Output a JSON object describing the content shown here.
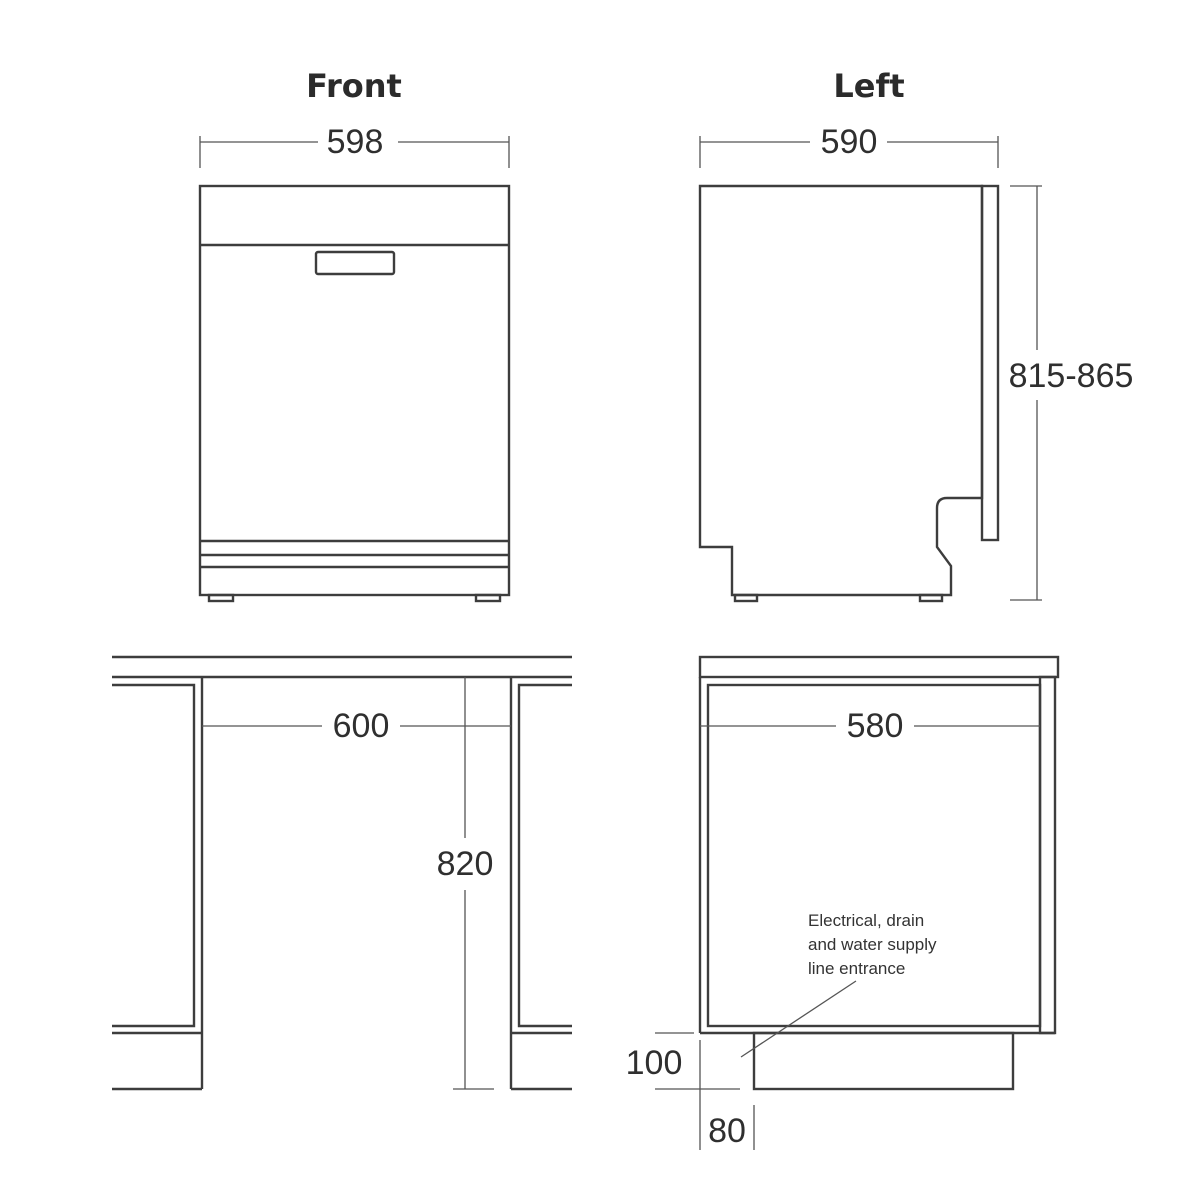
{
  "views": {
    "front_title": "Front",
    "left_title": "Left"
  },
  "dimensions": {
    "front_width": "598",
    "left_depth": "590",
    "height_range": "815-865",
    "niche_width": "600",
    "niche_height": "820",
    "niche_depth": "580",
    "plinth_height": "100",
    "plinth_depth": "80"
  },
  "annotation": {
    "line1": "Electrical, drain",
    "line2": "and water supply",
    "line3": "line entrance"
  },
  "colors": {
    "line": "#3d3d3d",
    "text": "#2f2f2f",
    "background": "#ffffff"
  }
}
